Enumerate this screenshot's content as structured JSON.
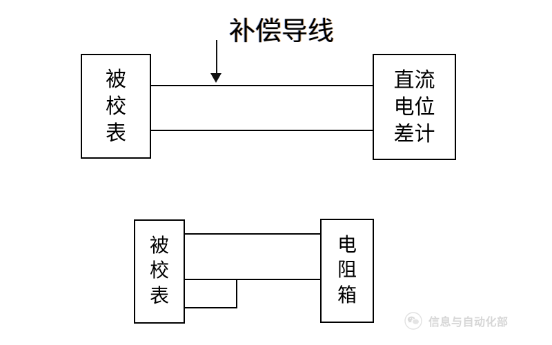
{
  "diagram": {
    "title": "",
    "background_color": "#ffffff",
    "line_color": "#000000",
    "annotation": {
      "label": "补偿导线",
      "arrow_direction": "down"
    },
    "circuits": [
      {
        "id": "thermocouple-potentiometer-circuit",
        "left_box": {
          "name": "device-under-calibration",
          "lines": [
            "被",
            "校",
            "表"
          ],
          "text": "被校表"
        },
        "right_box": {
          "name": "dc-potentiometer",
          "lines": [
            "直流",
            "电位",
            "差计"
          ],
          "text": "直流电位差计"
        },
        "wire_count": 2
      },
      {
        "id": "resistance-box-circuit",
        "left_box": {
          "name": "device-under-calibration",
          "lines": [
            "被",
            "校",
            "表"
          ],
          "text": "被校表"
        },
        "right_box": {
          "name": "resistance-box",
          "lines": [
            "电",
            "阻",
            "箱"
          ],
          "text": "电阻箱"
        },
        "wire_count": 3,
        "jumper": "short-link between lower two terminals"
      }
    ]
  },
  "watermark": {
    "text": "信息与自动化部",
    "icon": "wechat-icon",
    "color": "#9a9a9a"
  }
}
